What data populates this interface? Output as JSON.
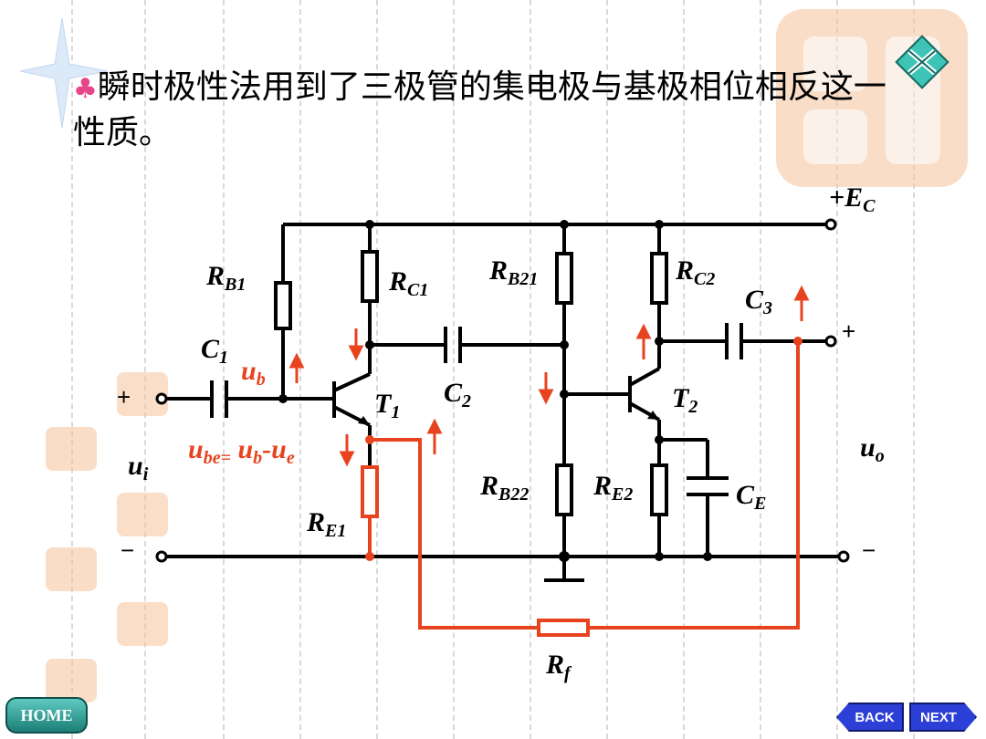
{
  "headline": {
    "bullet": "♣",
    "text": "瞬时极性法用到了三极管的集电极与基极相位相反这一性质。"
  },
  "circuit": {
    "supply_label_main": "+E",
    "supply_label_sub": "C",
    "labels": {
      "rb1": {
        "main": "R",
        "sub": "B1"
      },
      "rc1": {
        "main": "R",
        "sub": "C1"
      },
      "rb21": {
        "main": "R",
        "sub": "B21"
      },
      "rc2": {
        "main": "R",
        "sub": "C2"
      },
      "c1": {
        "main": "C",
        "sub": "1"
      },
      "c2": {
        "main": "C",
        "sub": "2"
      },
      "c3": {
        "main": "C",
        "sub": "3"
      },
      "t1": {
        "main": "T",
        "sub": "1"
      },
      "t2": {
        "main": "T",
        "sub": "2"
      },
      "rb22": {
        "main": "R",
        "sub": "B22"
      },
      "re2": {
        "main": "R",
        "sub": "E2"
      },
      "ce": {
        "main": "C",
        "sub": "E"
      },
      "re1": {
        "main": "R",
        "sub": "E1"
      },
      "rf": {
        "main": "R",
        "sub": "f"
      },
      "ui": {
        "main": "u",
        "sub": "i"
      },
      "uo": {
        "main": "u",
        "sub": "o"
      },
      "ub": {
        "main": "u",
        "sub": "b"
      }
    },
    "ube_parts": {
      "u1": "u",
      "s1": "be=",
      "u2": " u",
      "s2": "b",
      "dash": "-",
      "u3": "u",
      "s3": "e"
    },
    "plus_in": "+",
    "minus_in": "−",
    "plus_out": "+",
    "minus_out": "−"
  },
  "nav": {
    "home": "HOME",
    "back": "BACK",
    "next": "NEXT"
  },
  "colors": {
    "wire": "#000000",
    "feedback": "#e8431f",
    "node": "#000000"
  }
}
